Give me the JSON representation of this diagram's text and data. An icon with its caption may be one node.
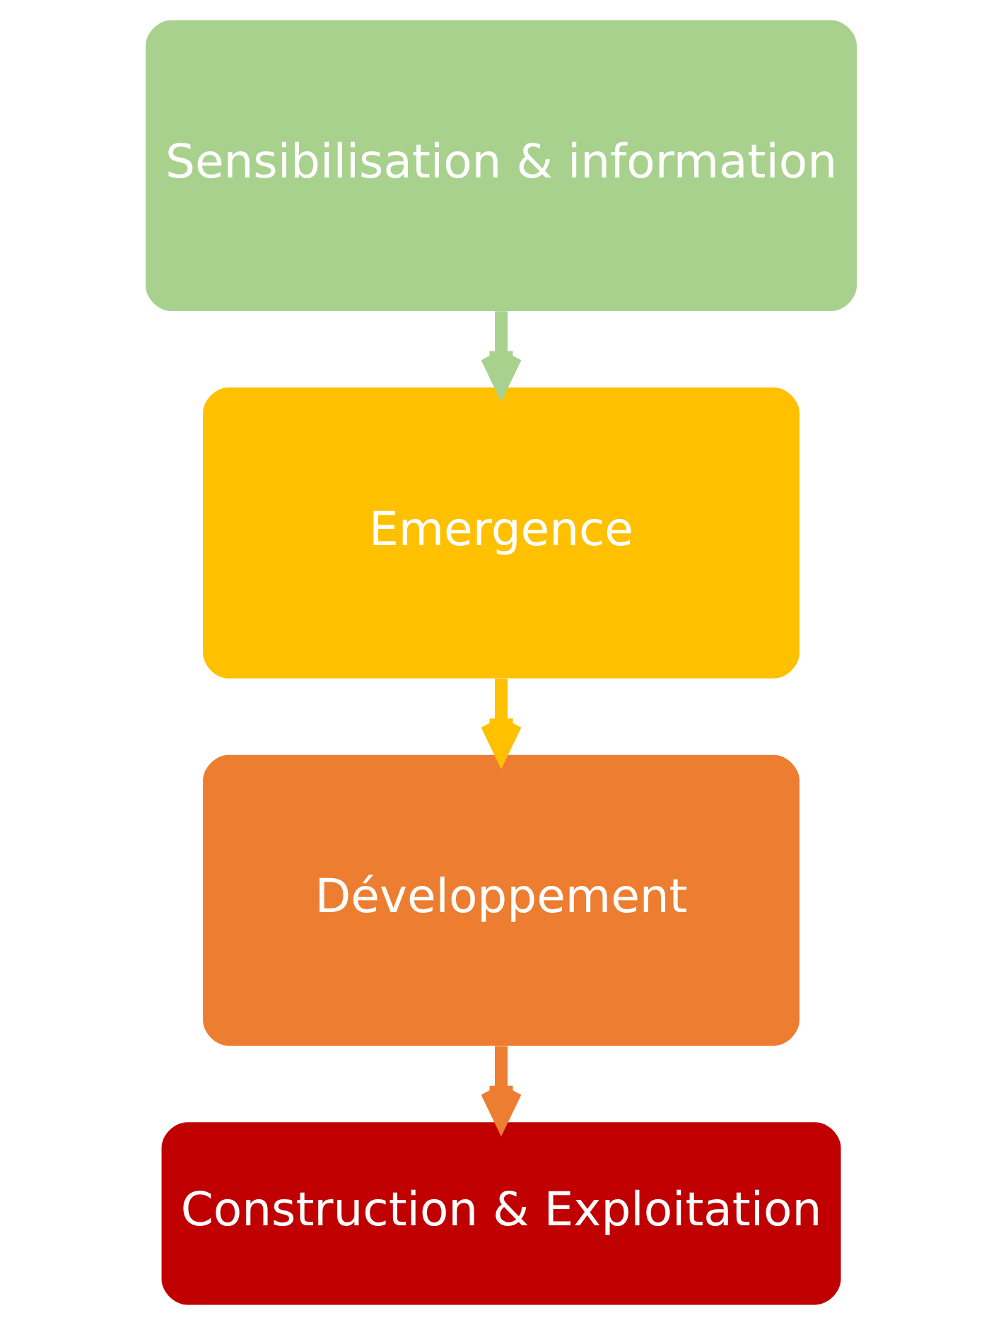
{
  "diagram": {
    "nodes": [
      {
        "text": [
          "Sensibilisation & information"
        ]
      },
      {
        "text": [
          "Emergence"
        ]
      },
      {
        "text": [
          "Développement"
        ]
      },
      {
        "text": [
          "Construction & Exploitation"
        ]
      }
    ],
    "edges": [
      {
        "from": 0,
        "to": 1,
        "arrow": "to",
        "color": "#a9d18e"
      },
      {
        "from": 1,
        "to": 2,
        "arrow": "to",
        "color": "#ffc000"
      },
      {
        "from": 2,
        "to": 3,
        "arrow": "to",
        "color": "#ed7d31"
      }
    ]
  }
}
